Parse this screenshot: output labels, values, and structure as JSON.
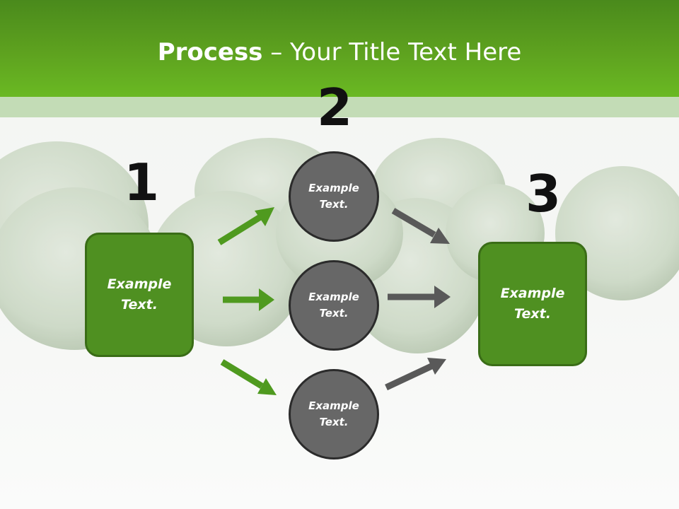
{
  "slide": {
    "title_bold": "Process",
    "title_rest": " – Your Title Text Here"
  },
  "steps": [
    {
      "number": "1",
      "text": "Example Text."
    },
    {
      "number": "2"
    },
    {
      "number": "3",
      "text": "Example Text."
    }
  ],
  "circles": [
    {
      "text": "Example Text."
    },
    {
      "text": "Example Text."
    },
    {
      "text": "Example Text."
    }
  ],
  "colors": {
    "header_green": "#5ea21f",
    "band": "#c3dcb6",
    "box_fill": "#4f9021",
    "box_border": "#3a6d17",
    "circle_fill": "#676767",
    "circle_border": "#2b2b2b",
    "arrow_green": "#4f9a1f",
    "arrow_gray": "#595959"
  }
}
